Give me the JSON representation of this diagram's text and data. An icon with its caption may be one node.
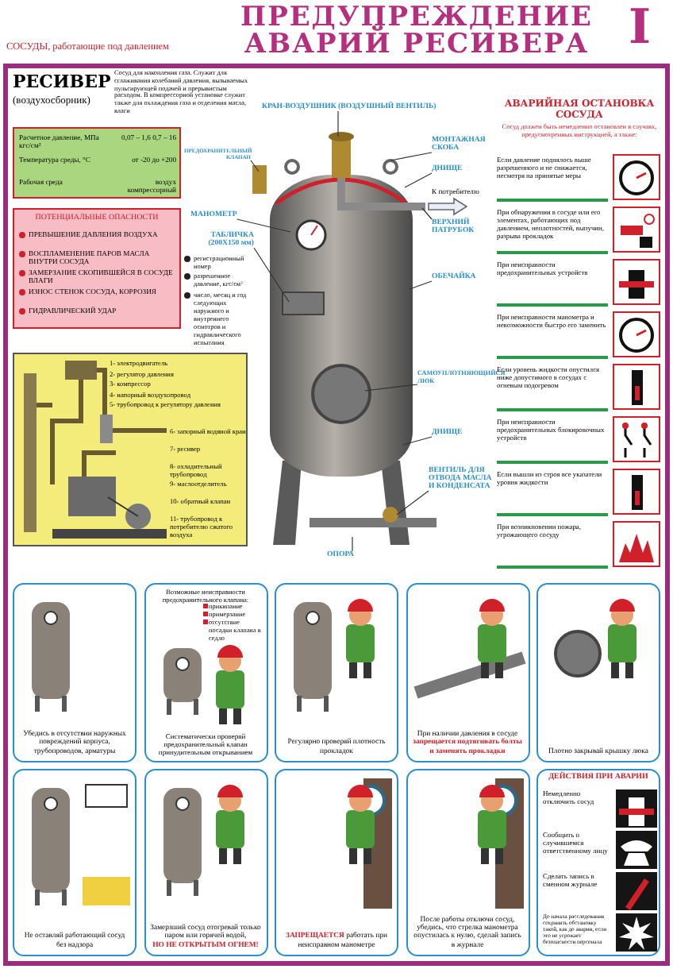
{
  "diagram": {
    "title": "ПРЕДУПРЕЖДЕНИЕ АВАРИЙ РЕСИВЕРА",
    "nodes": [
      {
        "text": [
          "Расчетное давление, МПа кгс/см²",
          "0,07 – 1,6 0,7 – 16",
          "Температура среды, °С",
          "от -20 до +200",
          "Рабочая среда",
          "воздух компрессорный"
        ]
      },
      {
        "text": [
          "ПОТЕНЦИАЛЬНЫЕ ОПАСНОСТИ",
          "ПРЕВЫШЕНИЕ ДАВЛЕНИЯ ВОЗДУХА",
          "ВОСПЛАМЕНЕНИЕ ПАРОВ МАСЛА ВНУТРИ СОСУДА",
          "ЗАМЕРЗАНИЕ СКОПИВШЕЙСЯ В СОСУДЕ ВЛАГИ",
          "ИЗНОС СТЕНОК СОСУДА, КОРРОЗИЯ",
          "ГИДРАВЛИЧЕСКИЙ УДАР"
        ]
      },
      {
        "text": [
          "1- электродвигатель",
          "2- регулятор давления",
          "3- компрессор",
          "4- напорный воздухопровод",
          "5- трубопровод к регулятору давления",
          "6- запорный водяной кран",
          "7- ресивер",
          "8- охладительный трубопровод",
          "9- маслоотделитель",
          "10- обратный клапан",
          "11- трубопровод к потребителю сжатого воздуха"
        ]
      },
      {
        "text": [
          "ПРЕДОХРАНИТЕЛЬНЫЙ КЛАПАН"
        ]
      },
      {
        "text": [
          "МАНОМЕТР"
        ]
      },
      {
        "text": [
          "ТАБЛИЧКА (200Х150 мм)"
        ],
        "beside": [
          "регистрационный номер",
          "разрешенное давление, кгс/см²",
          "число, месяц и год следующих наружного и внутреннего осмотров и гидравлического испытания"
        ]
      },
      {
        "text": [
          "КРАН-ВОЗДУШНИК (ВОЗДУШНЫЙ ВЕНТИЛЬ)"
        ]
      },
      {
        "text": [
          "МОНТАЖНАЯ СКОБА"
        ]
      },
      {
        "text": [
          "ДНИЩЕ"
        ]
      },
      {
        "text": [
          "ВЕРХНИЙ ПАТРУБОК"
        ]
      },
      {
        "text": [
          "ОБЕЧАЙКА"
        ]
      },
      {
        "text": [
          "САМОУПЛОТНЯЮЩИЙСЯ ЛЮК"
        ]
      },
      {
        "text": [
          "ДНИЩЕ"
        ]
      },
      {
        "text": [
          "ВЕНТИЛЬ ДЛЯ ОТВОДА МАСЛА И КОНДЕНСАТА"
        ]
      },
      {
        "text": [
          "ОПОРА"
        ]
      },
      {
        "text": [
          "АВАРИЙНАЯ ОСТАНОВКА СОСУДА",
          "Сосуд должен быть немедленно остановлен в случаях, предусмотренных инструкцией, а также:"
        ]
      },
      {
        "text": [
          "Если давление поднялось выше разрешенного и не снижается, несмотря на принятые меры"
        ],
        "in": 15
      },
      {
        "text": [
          "При обнаружении в сосуде или его элементах, работающих под давлением, неплотностей, выпучин, разрыва прокладок"
        ],
        "in": 15
      },
      {
        "text": [
          "При неисправности предохранительных устройств"
        ],
        "in": 15
      },
      {
        "text": [
          "При неисправности манометра и невозможности быстро его заменить"
        ],
        "in": 15
      },
      {
        "text": [
          "Если уровень жидкости опустился ниже допустимого в сосудах с огневым подогревом"
        ],
        "in": 15
      },
      {
        "text": [
          "При неисправности предохранительных блокировочных устройств"
        ],
        "in": 15
      },
      {
        "text": [
          "Если вышли из строя все указатели уровня жидкости"
        ],
        "in": 15
      },
      {
        "text": [
          "При возникновении пожара, угрожающего сосуду"
        ],
        "in": 15
      },
      {
        "text": [
          "Убедись в отсутствии наружных повреждений корпуса, трубопроводов, арматуры"
        ]
      },
      {
        "text": [
          "Возможные неисправности предохранительного клапана:",
          "прикипание",
          "примерзание",
          "отсутствие посадки клапана в седло",
          "Систематически проверяй предохранительный клапан принудительным открыванием"
        ]
      },
      {
        "text": [
          "Регулярно проверяй плотность прокладок"
        ]
      },
      {
        "text": [
          "При наличии давления в сосуде",
          "запрещается подтягивать болты и заменять прокладки"
        ]
      },
      {
        "text": [
          "Плотно закрывай крышку люка"
        ]
      },
      {
        "text": [
          "Не оставляй работающий сосуд без надзора"
        ]
      },
      {
        "text": [
          "Замерзший сосуд отогревай только паром или горячей водой,",
          "НО НЕ ОТКРЫТЫМ ОГНЕМ!"
        ]
      },
      {
        "text": [
          "**ЗАПРЕЩАЕТСЯ** работать при неисправном манометре"
        ]
      },
      {
        "text": [
          "После работы отключи сосуд, убедись, что стрелка манометра опустилась к нулю, сделай запись в журнале"
        ]
      },
      {
        "text": [
          "ДЕЙСТВИЯ ПРИ АВАРИИ",
          "Немедленно отключить сосуд",
          "Сообщить о случившемся ответственному лицу",
          "Сделать запись в сменном журнале",
          "До начала расследования сохранить обстановку такой, как до аварии, если это не угрожает безопасности персонала"
        ]
      }
    ],
    "edges": [
      {
        "from": 3,
        "to": null,
        "arrow": "none"
      },
      {
        "from": 4,
        "to": null,
        "arrow": "none"
      },
      {
        "from": 5,
        "to": null,
        "arrow": "none"
      },
      {
        "from": 6,
        "to": null,
        "arrow": "none"
      },
      {
        "from": 7,
        "to": null,
        "arrow": "none"
      },
      {
        "from": 8,
        "to": null,
        "arrow": "none"
      },
      {
        "from": 9,
        "to": null,
        "arrow": "none"
      },
      {
        "from": 10,
        "to": null,
        "arrow": "none"
      },
      {
        "from": 11,
        "to": null,
        "arrow": "none"
      },
      {
        "from": 12,
        "to": null,
        "arrow": "none"
      },
      {
        "from": 13,
        "to": null,
        "arrow": "none"
      },
      {
        "from": 14,
        "to": null,
        "arrow": "none"
      }
    ],
    "labels": [
      "СОСУДЫ, работающие под давлением",
      "I",
      "РЕСИВЕР",
      "(воздухосборник)",
      "Сосуд для накопления газа. Служит для сглаживания колебаний давления, вызываемых пульсирующей подачей и прерывистым расходом. В компрессорной установке служит также для охлаждения газа и отделения масла, влаги",
      "К потребителю"
    ]
  }
}
